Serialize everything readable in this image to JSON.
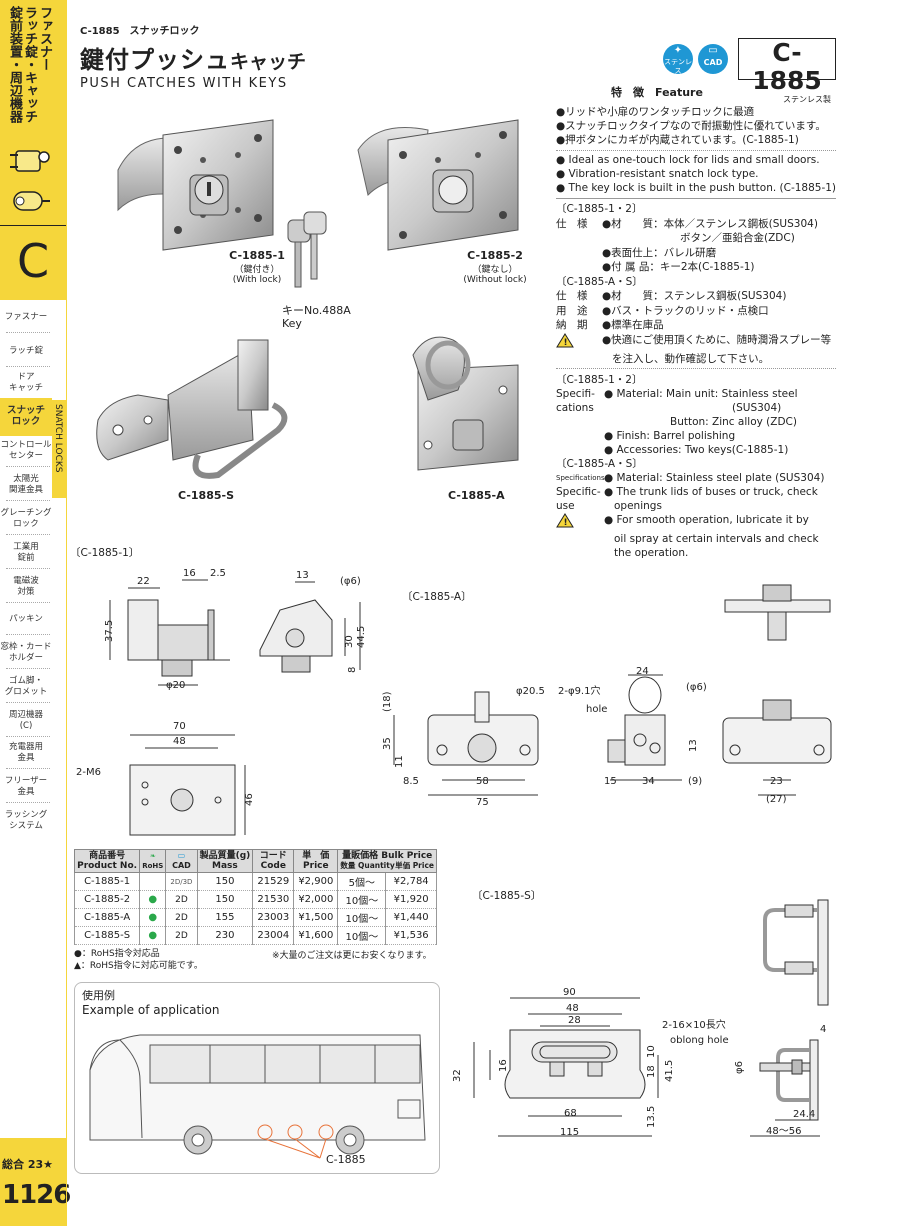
{
  "sidebar": {
    "title_lines": [
      "ファスナー",
      "ラッチ錠・キャッチ",
      "錠前装置・周辺機器"
    ],
    "section_letter": "C",
    "items": [
      "ファスナー",
      "ラッチ錠",
      "ドア\nキャッチ",
      "スナッチ\nロック",
      "コントロール\nセンター",
      "太陽光\n関連金具",
      "グレーチング\nロック",
      "工業用\n錠前",
      "電磁波\n対策",
      "パッキン",
      "窓枠・カード\nホルダー",
      "ゴム脚・\nグロメット",
      "周辺機器\n(C)",
      "充電器用\n金具",
      "フリーザー\n金具",
      "ラッシング\nシステム"
    ],
    "active_tab": "SNATCH LOCKS",
    "total_label": "総合 23★",
    "page_number": "1126"
  },
  "header": {
    "breadcrumb": "C-1885　スナッチロック",
    "title_jp_a": "鍵付プッシュ",
    "title_jp_b": "キャッチ",
    "title_en": "PUSH CATCHES WITH KEYS",
    "badge_stainless": "ステンレス",
    "badge_cad": "CAD",
    "code": "C-1885",
    "code_sub": "ステンレス製"
  },
  "photos": {
    "c1885_1": {
      "name": "C-1885-1",
      "jp": "（鍵付き）",
      "en": "(With lock)"
    },
    "c1885_2": {
      "name": "C-1885-2",
      "jp": "（鍵なし）",
      "en": "(Without lock)"
    },
    "key": {
      "jp": "キーNo.488A",
      "en": "Key"
    },
    "c1885_s": {
      "name": "C-1885-S"
    },
    "c1885_a": {
      "name": "C-1885-A"
    }
  },
  "features": {
    "heading": "特　徴　Feature",
    "jp": [
      "●リッドや小扉のワンタッチロックに最適",
      "●スナッチロックタイプなので耐振動性に優れています。",
      "●押ボタンにカギが内蔵されています。(C-1885-1)"
    ],
    "en": [
      "● Ideal as one-touch lock for lids and small doors.",
      "● Vibration-resistant snatch lock type.",
      "● The key lock is built in the push button. (C-1885-1)"
    ]
  },
  "specs_jp": {
    "group1": "〔C-1885-1・2〕",
    "shiyou": "仕　様",
    "material_line1": "●材　　質：本体／ステンレス鋼板(SUS304)",
    "material_line2": "ボタン／亜鉛合金(ZDC)",
    "finish": "●表面仕上：バレル研磨",
    "accessory": "●付 属 品：キー2本(C-1885-1)",
    "group2": "〔C-1885-A・S〕",
    "shiyou2": "仕　様",
    "material2": "●材　　質：ステンレス鋼板(SUS304)",
    "youto": "用　途",
    "youto_val": "●バス・トラックのリッド・点検口",
    "nouki": "納　期",
    "nouki_val": "●標準在庫品",
    "caution_line1": "●快適にご使用頂くために、随時潤滑スプレー等",
    "caution_line2": "を注入し、動作確認して下さい。"
  },
  "specs_en": {
    "group1": "〔C-1885-1・2〕",
    "spec_label_1": "Specifi-",
    "spec_label_2": "cations",
    "material_1": "● Material: Main unit: Stainless steel",
    "material_2": "(SUS304)",
    "material_3": "Button: Zinc alloy (ZDC)",
    "finish": "● Finish: Barrel polishing",
    "accessories": "● Accessories: Two keys(C-1885-1)",
    "group2": "〔C-1885-A・S〕",
    "spec2_label": "Specifications",
    "material2": "● Material: Stainless steel plate (SUS304)",
    "use_label_1": "Specific-",
    "use_label_2": "use",
    "use_1": "● The trunk lids of buses or truck, check",
    "use_2": "openings",
    "caution_1": "● For smooth operation, lubricate it by",
    "caution_2": "oil spray at certain intervals and check",
    "caution_3": "the operation."
  },
  "drawings": {
    "c1885_1": {
      "label": "〔C-1885-1〕",
      "dims": [
        "22",
        "16",
        "2.5",
        "37.5",
        "φ20",
        "13",
        "(φ6)",
        "30",
        "44.5",
        "8",
        "70",
        "48",
        "2-M6",
        "46"
      ]
    },
    "c1885_a": {
      "label": "〔C-1885-A〕",
      "dims": [
        "(18)",
        "φ20.5",
        "2-φ9.1穴",
        "hole",
        "35",
        "11",
        "8.5",
        "58",
        "75",
        "24",
        "(φ6)",
        "13",
        "15",
        "34",
        "(9)",
        "23",
        "(27)"
      ]
    },
    "c1885_s": {
      "label": "〔C-1885-S〕",
      "dims": [
        "90",
        "48",
        "28",
        "2-16×10長穴",
        "oblong hole",
        "32",
        "16",
        "18",
        "10",
        "41.5",
        "68",
        "13.5",
        "115",
        "4",
        "φ6",
        "24.4",
        "48～56"
      ]
    }
  },
  "table": {
    "headers": {
      "product_jp": "商品番号",
      "product_en": "Product No.",
      "rohs": "RoHS",
      "cad": "CAD",
      "mass_jp": "製品質量(g)",
      "mass_en": "Mass",
      "code_jp": "コード",
      "code_en": "Code",
      "price_jp": "単　価",
      "price_en": "Price",
      "bulk_jp": "量販価格 Bulk Price",
      "qty": "数量 Quantity",
      "unit": "単価 Price"
    },
    "rows": [
      {
        "no": "C-1885-1",
        "rohs": "",
        "cad": "2D/3D",
        "mass": "150",
        "code": "21529",
        "price": "¥2,900",
        "qty": "5個～",
        "bulk": "¥2,784"
      },
      {
        "no": "C-1885-2",
        "rohs": "●",
        "cad": "2D",
        "mass": "150",
        "code": "21530",
        "price": "¥2,000",
        "qty": "10個～",
        "bulk": "¥1,920"
      },
      {
        "no": "C-1885-A",
        "rohs": "●",
        "cad": "2D",
        "mass": "155",
        "code": "23003",
        "price": "¥1,500",
        "qty": "10個～",
        "bulk": "¥1,440"
      },
      {
        "no": "C-1885-S",
        "rohs": "●",
        "cad": "2D",
        "mass": "230",
        "code": "23004",
        "price": "¥1,600",
        "qty": "10個～",
        "bulk": "¥1,536"
      }
    ],
    "note_rohs": "●：RoHS指令対応品",
    "note_rohs_possible": "▲：RoHS指令に対応可能です。",
    "note_bulk": "※大量のご注文は更にお安くなります。"
  },
  "application": {
    "title_jp": "使用例",
    "title_en": "Example of application",
    "callout": "C-1885"
  },
  "colors": {
    "accent_yellow": "#f5d63b",
    "badge_blue": "#1f97d4",
    "rohs_green": "#2aa84a",
    "callout_orange": "#e8733a"
  }
}
